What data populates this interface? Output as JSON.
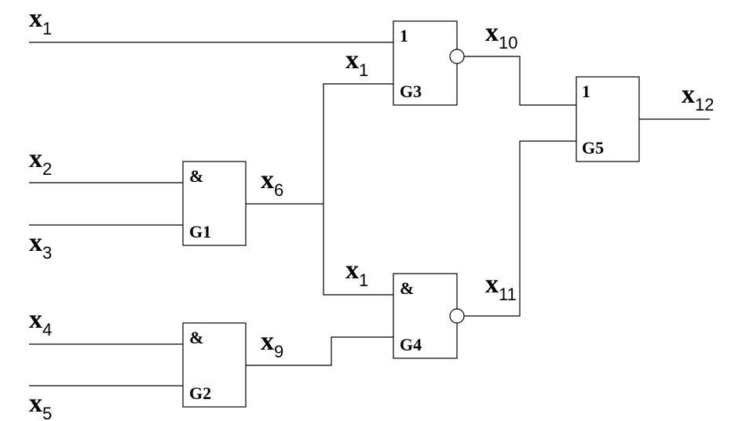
{
  "gates": {
    "g1": {
      "symbol": "&",
      "name": "G1"
    },
    "g2": {
      "symbol": "&",
      "name": "G2"
    },
    "g3": {
      "symbol": "1",
      "name": "G3"
    },
    "g4": {
      "symbol": "&",
      "name": "G4"
    },
    "g5": {
      "symbol": "1",
      "name": "G5"
    }
  },
  "signals": {
    "x1_input": {
      "letter": "x",
      "index": "1"
    },
    "x2_input": {
      "letter": "x",
      "index": "2"
    },
    "x3_input": {
      "letter": "x",
      "index": "3"
    },
    "x4_input": {
      "letter": "x",
      "index": "4"
    },
    "x5_input": {
      "letter": "x",
      "index": "5"
    },
    "x6": {
      "letter": "x",
      "index": "6"
    },
    "x9": {
      "letter": "x",
      "index": "9"
    },
    "x1_at_g3": {
      "letter": "x",
      "index": "1"
    },
    "x1_at_g4": {
      "letter": "x",
      "index": "1"
    },
    "x10": {
      "letter": "x",
      "index": "10"
    },
    "x11": {
      "letter": "x",
      "index": "11"
    },
    "x12": {
      "letter": "x",
      "index": "12"
    }
  }
}
